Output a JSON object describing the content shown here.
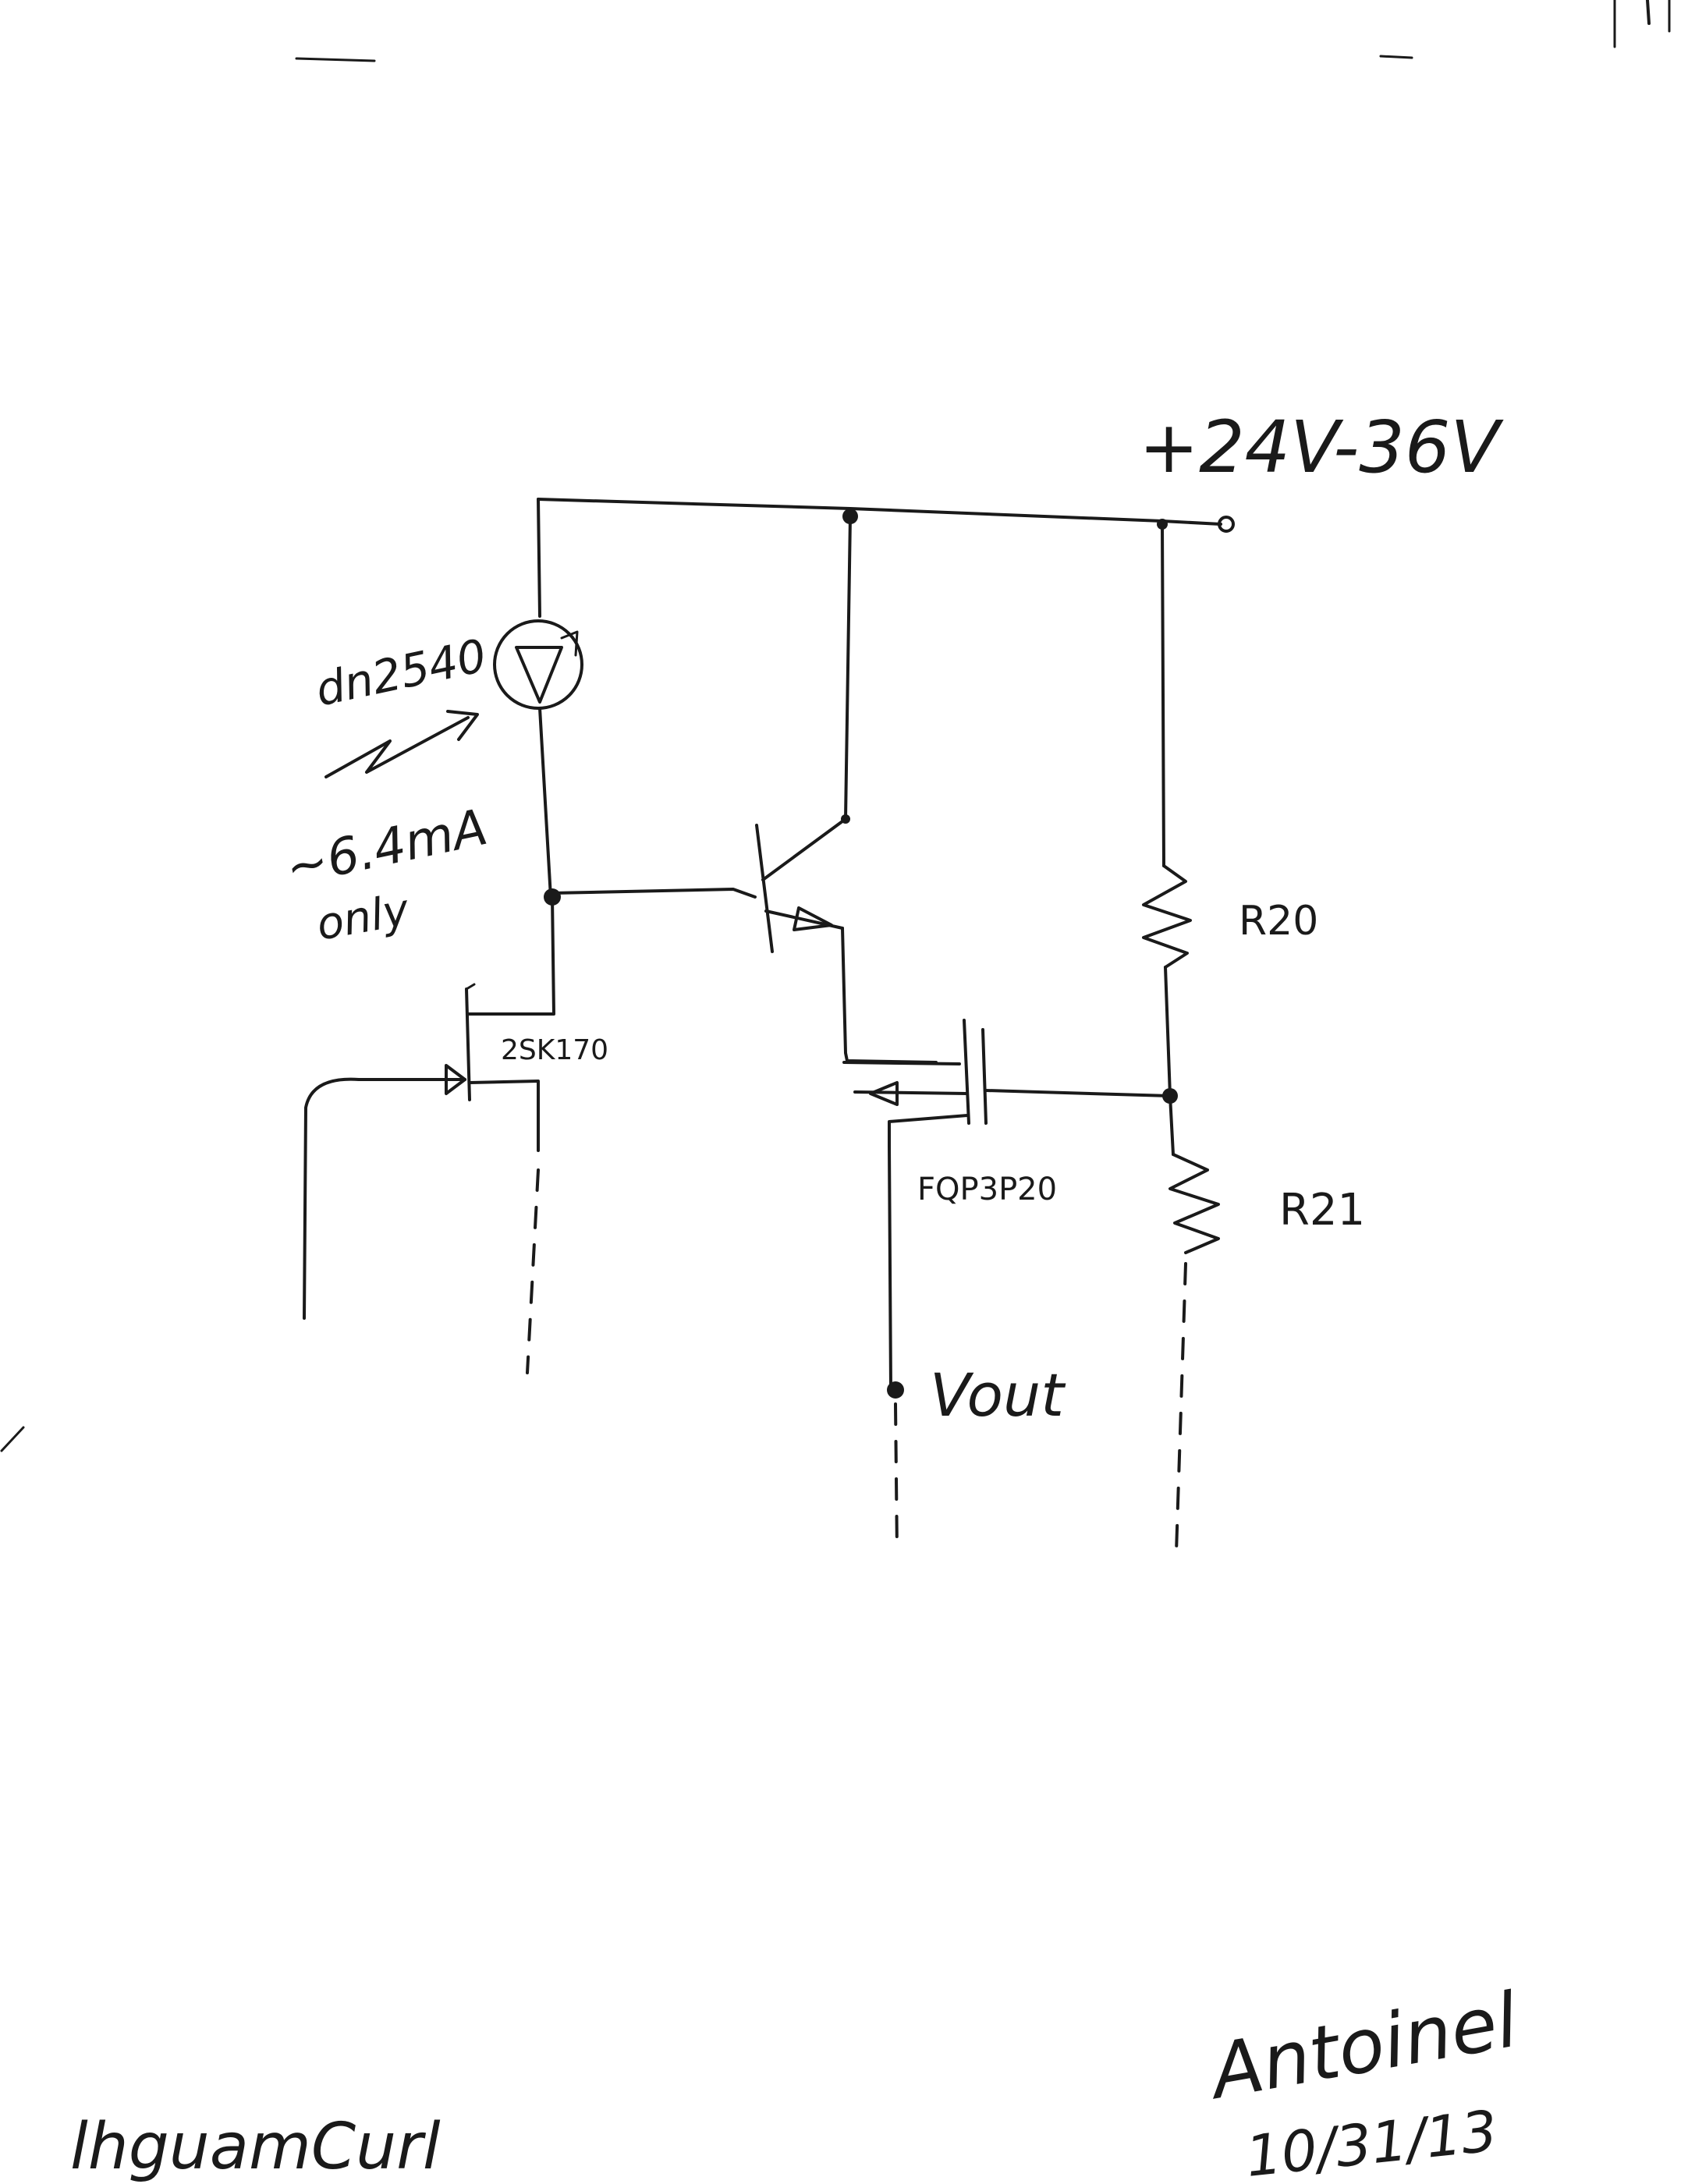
{
  "labels": {
    "supply": "+24V-36V",
    "ccs_part": "dn2540",
    "current_note": "~6.4mA",
    "current_note_2": "only",
    "jfet_part": "2SK170",
    "mosfet_part": "FQP3P20",
    "resistor_top": "R20",
    "resistor_bottom": "R21",
    "output": "Vout",
    "signature_left": "lhguamCurl",
    "signature_right": "Antoinel",
    "date": "10/31/13"
  }
}
